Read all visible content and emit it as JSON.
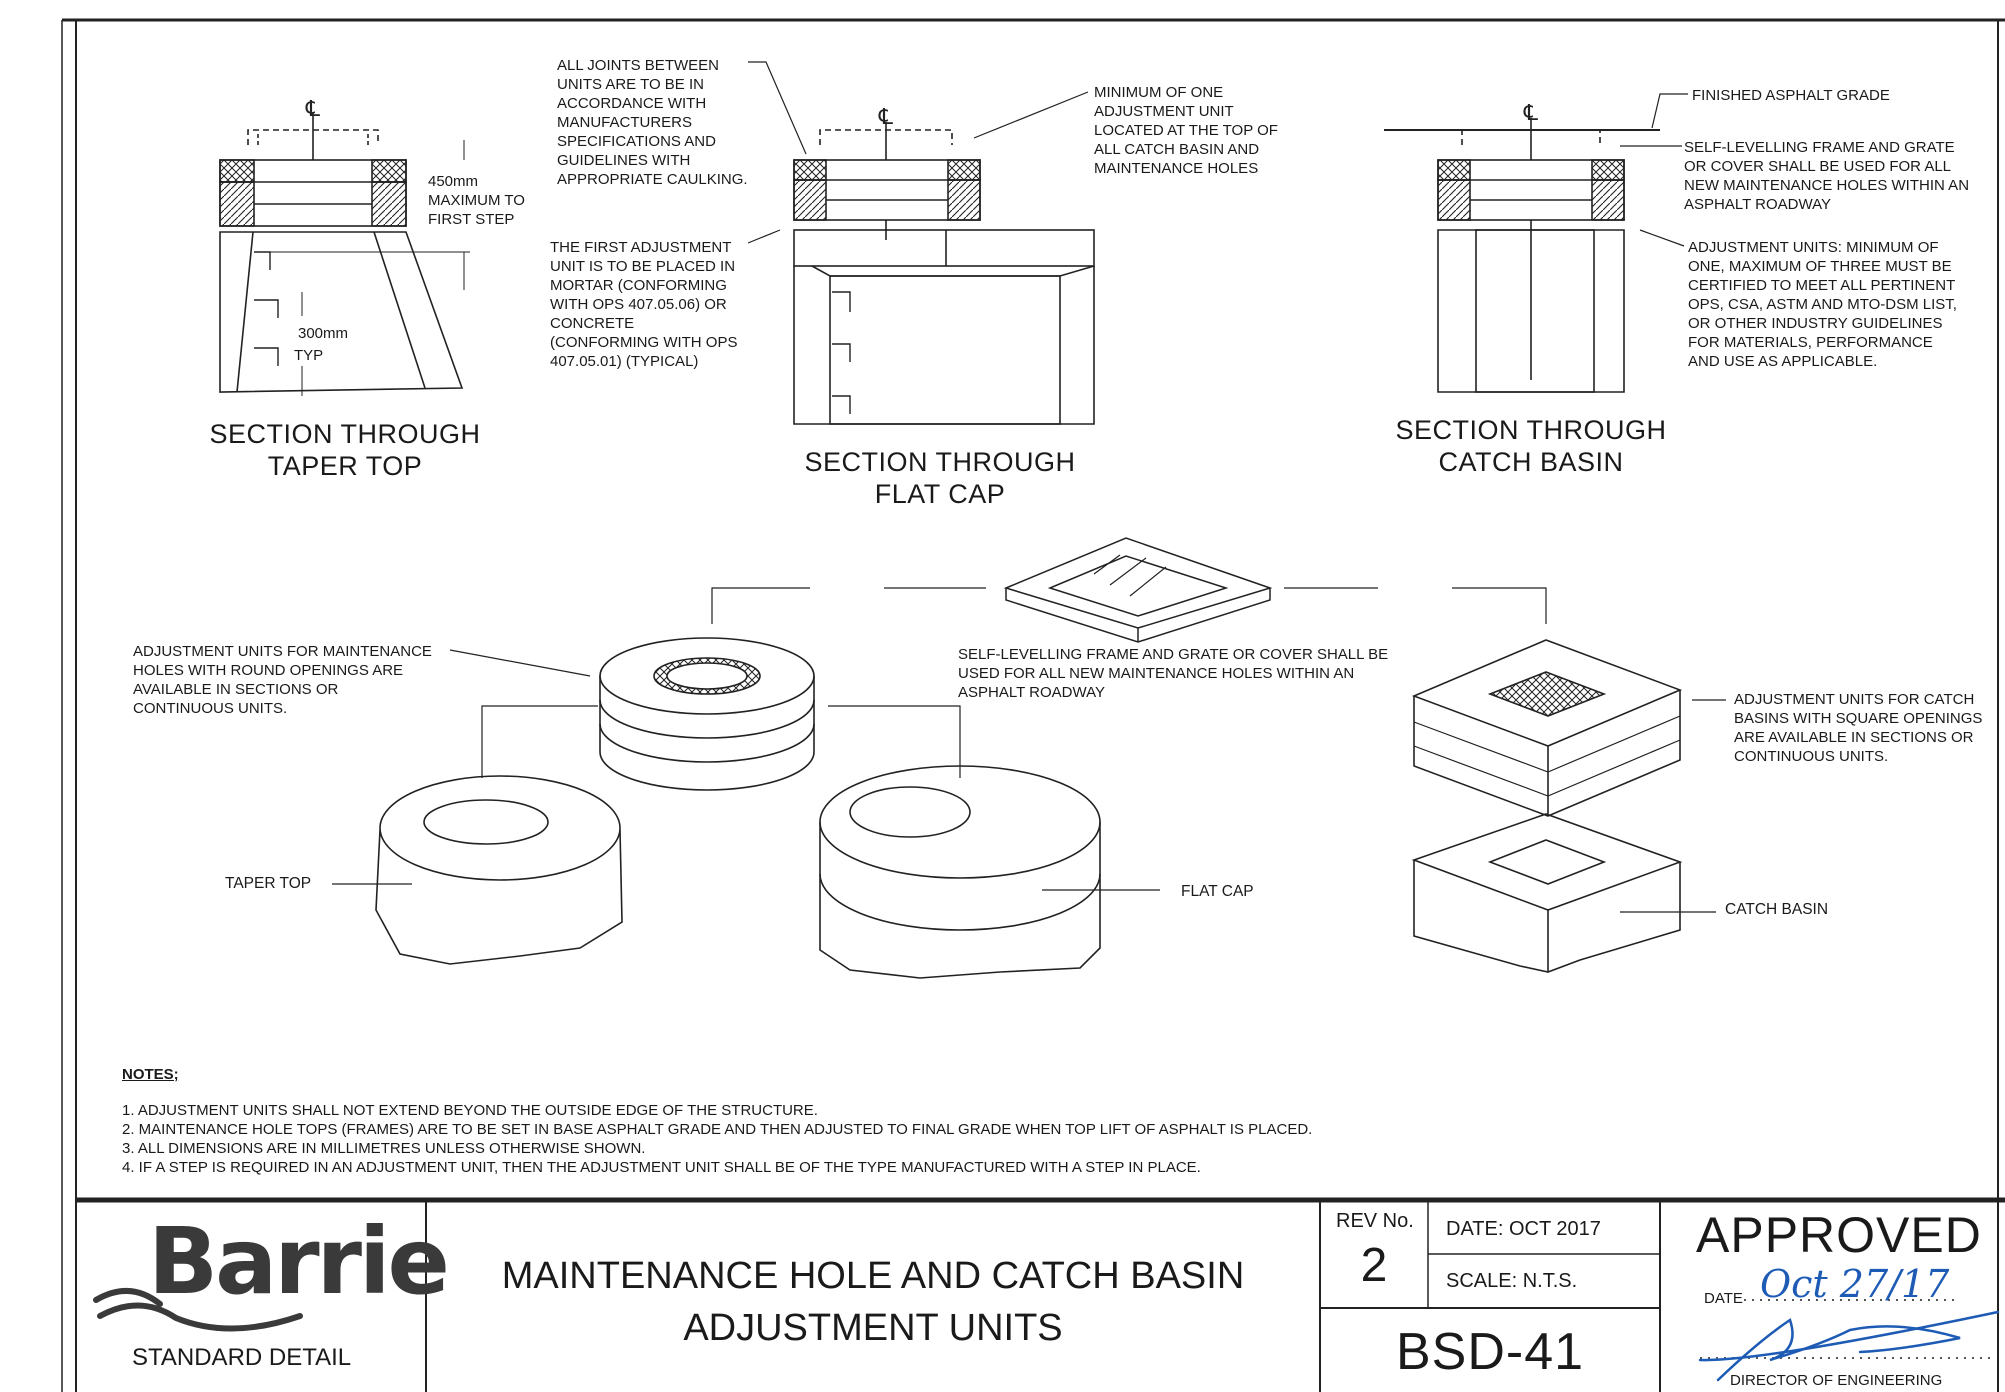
{
  "sections": {
    "taper_top": {
      "heading": "SECTION THROUGH\nTAPER TOP",
      "centerline": "℄",
      "dim1": "450mm\nMAXIMUM TO\nFIRST STEP",
      "dim2": "300mm",
      "dim3": "TYP"
    },
    "flat_cap": {
      "heading": "SECTION THROUGH\nFLAT CAP",
      "centerline": "℄",
      "note_joints": "ALL JOINTS BETWEEN\nUNITS ARE TO BE IN\nACCORDANCE WITH\nMANUFACTURERS\nSPECIFICATIONS AND\nGUIDELINES WITH\nAPPROPRIATE CAULKING.",
      "note_first_unit": "THE FIRST ADJUSTMENT\nUNIT IS TO BE PLACED IN\nMORTAR (CONFORMING\nWITH OPS 407.05.06) OR\nCONCRETE\n(CONFORMING WITH OPS\n407.05.01) (TYPICAL)",
      "note_minimum": "MINIMUM OF ONE\nADJUSTMENT UNIT\nLOCATED AT THE TOP OF\nALL CATCH BASIN AND\nMAINTENANCE HOLES"
    },
    "catch_basin": {
      "heading": "SECTION THROUGH\nCATCH BASIN",
      "centerline": "℄",
      "note_grade": "FINISHED ASPHALT GRADE",
      "note_frame": "SELF-LEVELLING FRAME AND GRATE\nOR COVER SHALL BE USED FOR ALL\nNEW MAINTENANCE HOLES WITHIN AN\nASPHALT ROADWAY",
      "note_units": "ADJUSTMENT UNITS: MINIMUM OF\nONE, MAXIMUM OF THREE MUST BE\nCERTIFIED TO MEET ALL PERTINENT\nOPS, CSA, ASTM AND MTO-DSM LIST,\nOR OTHER INDUSTRY GUIDELINES\nFOR MATERIALS, PERFORMANCE\nAND USE AS APPLICABLE."
    }
  },
  "iso": {
    "round_units_note": "ADJUSTMENT UNITS FOR MAINTENANCE\nHOLES WITH ROUND OPENINGS ARE\nAVAILABLE IN SECTIONS OR\nCONTINUOUS UNITS.",
    "frame_note": "SELF-LEVELLING FRAME AND GRATE OR COVER SHALL BE\nUSED FOR ALL NEW MAINTENANCE HOLES WITHIN AN\nASPHALT ROADWAY",
    "square_units_note": "ADJUSTMENT UNITS FOR CATCH\nBASINS WITH SQUARE OPENINGS\n ARE  AVAILABLE IN SECTIONS OR\nCONTINUOUS UNITS.",
    "taper_top_label": "TAPER TOP",
    "flat_cap_label": "FLAT CAP",
    "catch_basin_label": "CATCH BASIN"
  },
  "notes": {
    "title": "NOTES;",
    "items": [
      "1.   ADJUSTMENT UNITS SHALL NOT EXTEND BEYOND THE OUTSIDE EDGE OF THE STRUCTURE.",
      "2.   MAINTENANCE HOLE TOPS (FRAMES) ARE TO BE SET IN BASE ASPHALT GRADE AND THEN ADJUSTED TO FINAL GRADE WHEN TOP LIFT OF ASPHALT IS PLACED.",
      "3.   ALL DIMENSIONS ARE IN MILLIMETRES UNLESS OTHERWISE SHOWN.",
      "4.   IF A STEP IS REQUIRED IN AN ADJUSTMENT UNIT, THEN THE ADJUSTMENT UNIT SHALL BE OF THE TYPE MANUFACTURED WITH A STEP IN PLACE."
    ]
  },
  "title_block": {
    "logo": "Barrie",
    "standard_detail": "STANDARD DETAIL",
    "title": "MAINTENANCE HOLE AND CATCH BASIN\nADJUSTMENT UNITS",
    "rev_label": "REV No.",
    "rev_value": "2",
    "date": "DATE: OCT 2017",
    "scale": "SCALE: N.T.S.",
    "drawing_no": "BSD-41",
    "approved": "APPROVED",
    "date_label": "DATE",
    "date_signed": "Oct 27/17",
    "director": "DIRECTOR OF ENGINEERING"
  },
  "colors": {
    "ink": "#1a1a1a",
    "signature": "#1e5bb5"
  }
}
